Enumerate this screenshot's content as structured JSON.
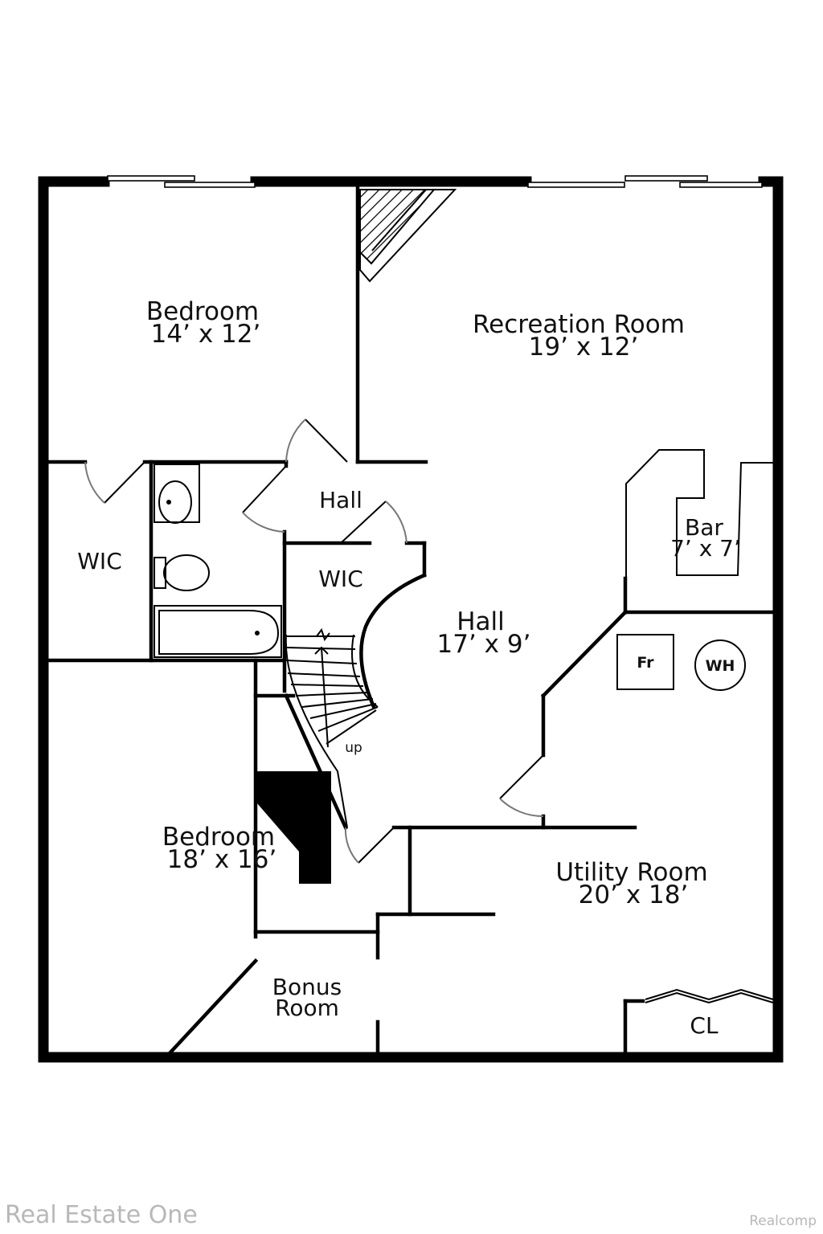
{
  "rooms": {
    "bedroom_top": {
      "name": "Bedroom",
      "dims": "14’ x 12’"
    },
    "recreation": {
      "name": "Recreation Room",
      "dims": "19’ x 12’"
    },
    "hall_small": {
      "name": "Hall"
    },
    "wic_left": {
      "name": "WIC"
    },
    "wic_center": {
      "name": "WIC"
    },
    "bar": {
      "name": "Bar",
      "dims": "7’ x 7’"
    },
    "hall_main": {
      "name": "Hall",
      "dims": "17’ x 9’"
    },
    "bedroom_bottom": {
      "name": "Bedroom",
      "dims": "18’ x 16’"
    },
    "utility": {
      "name": "Utility Room",
      "dims": "20’ x 18’"
    },
    "bonus": {
      "name": "Bonus",
      "name2": "Room"
    },
    "closet": {
      "name": "CL"
    }
  },
  "fixtures": {
    "furnace": "Fr",
    "water_heater": "WH",
    "stairs": "up"
  },
  "footer": {
    "left": "Real Estate One",
    "right": "Realcomp"
  }
}
